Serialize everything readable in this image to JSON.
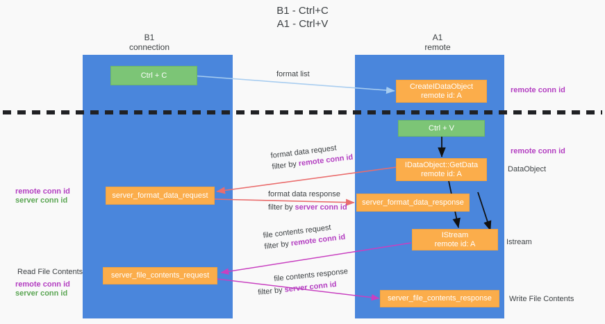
{
  "title": {
    "line1": "B1 - Ctrl+C",
    "line2": "A1 - Ctrl+V"
  },
  "lanes": [
    {
      "id": "b1",
      "name": "B1",
      "role": "connection"
    },
    {
      "id": "a1",
      "name": "A1",
      "role": "remote"
    }
  ],
  "nodes": {
    "ctrl_c": {
      "line1": "Ctrl + C",
      "line2": "",
      "color": "#7cc576"
    },
    "idataobject_create": {
      "line1": "CreateIDataObject",
      "line2": "remote id: A",
      "color": "#fbad4b"
    },
    "ctrl_v": {
      "line1": "Ctrl + V",
      "line2": "",
      "color": "#7cc576"
    },
    "getdata": {
      "line1": "IDataObject::GetData",
      "line2": "remote id: A",
      "color": "#fbad4b"
    },
    "fmt_req": {
      "line1": "server_format_data_request",
      "line2": "",
      "color": "#fbad4b"
    },
    "fmt_resp": {
      "line1": "server_format_data_response",
      "line2": "",
      "color": "#fbad4b"
    },
    "istream": {
      "line1": "IStream",
      "line2": "remote id: A",
      "color": "#fbad4b"
    },
    "file_req": {
      "line1": "server_file_contents_request",
      "line2": "",
      "color": "#fbad4b"
    },
    "file_resp": {
      "line1": "server_file_contents_response",
      "line2": "",
      "color": "#fbad4b"
    }
  },
  "edge_labels": {
    "format_list": {
      "text": "format list"
    },
    "fmt_data_req": {
      "line1": "format data request",
      "filter_prefix": "filter by ",
      "filter_key": "remote conn id"
    },
    "fmt_data_resp": {
      "line1": "format data response",
      "filter_prefix": "filter by ",
      "filter_key": "server conn id"
    },
    "file_contents_req": {
      "line1": "file contents request",
      "filter_prefix": "filter by ",
      "filter_key": "remote conn id"
    },
    "file_contents_resp": {
      "line1": "file contents response",
      "filter_prefix": "filter by ",
      "filter_key": "server conn id"
    }
  },
  "annotations": {
    "right_top": {
      "text": "remote conn id"
    },
    "right_getdata": {
      "text": "remote conn id"
    },
    "right_dataobject": {
      "text": "DataObject"
    },
    "right_istream": {
      "text": "Istream"
    },
    "right_write": {
      "text": "Write File Contents"
    },
    "left_mid_remote": {
      "text": "remote conn id"
    },
    "left_mid_server": {
      "text": "server conn id"
    },
    "left_read": {
      "text": "Read File Contents"
    },
    "left_low_remote": {
      "text": "remote conn id"
    },
    "left_low_server": {
      "text": "server conn id"
    }
  },
  "colors": {
    "lane_fill": "#4a86dc",
    "node_green": "#7cc576",
    "node_orange": "#fbad4b",
    "arrow_blue": "#a8cdf0",
    "arrow_red": "#ea6d6d",
    "arrow_magenta": "#c840c0",
    "arrow_black": "#111111",
    "divider": "#202124",
    "purple_text": "#b33ec1",
    "green_text": "#5aa552",
    "background": "#f9f9f9"
  }
}
